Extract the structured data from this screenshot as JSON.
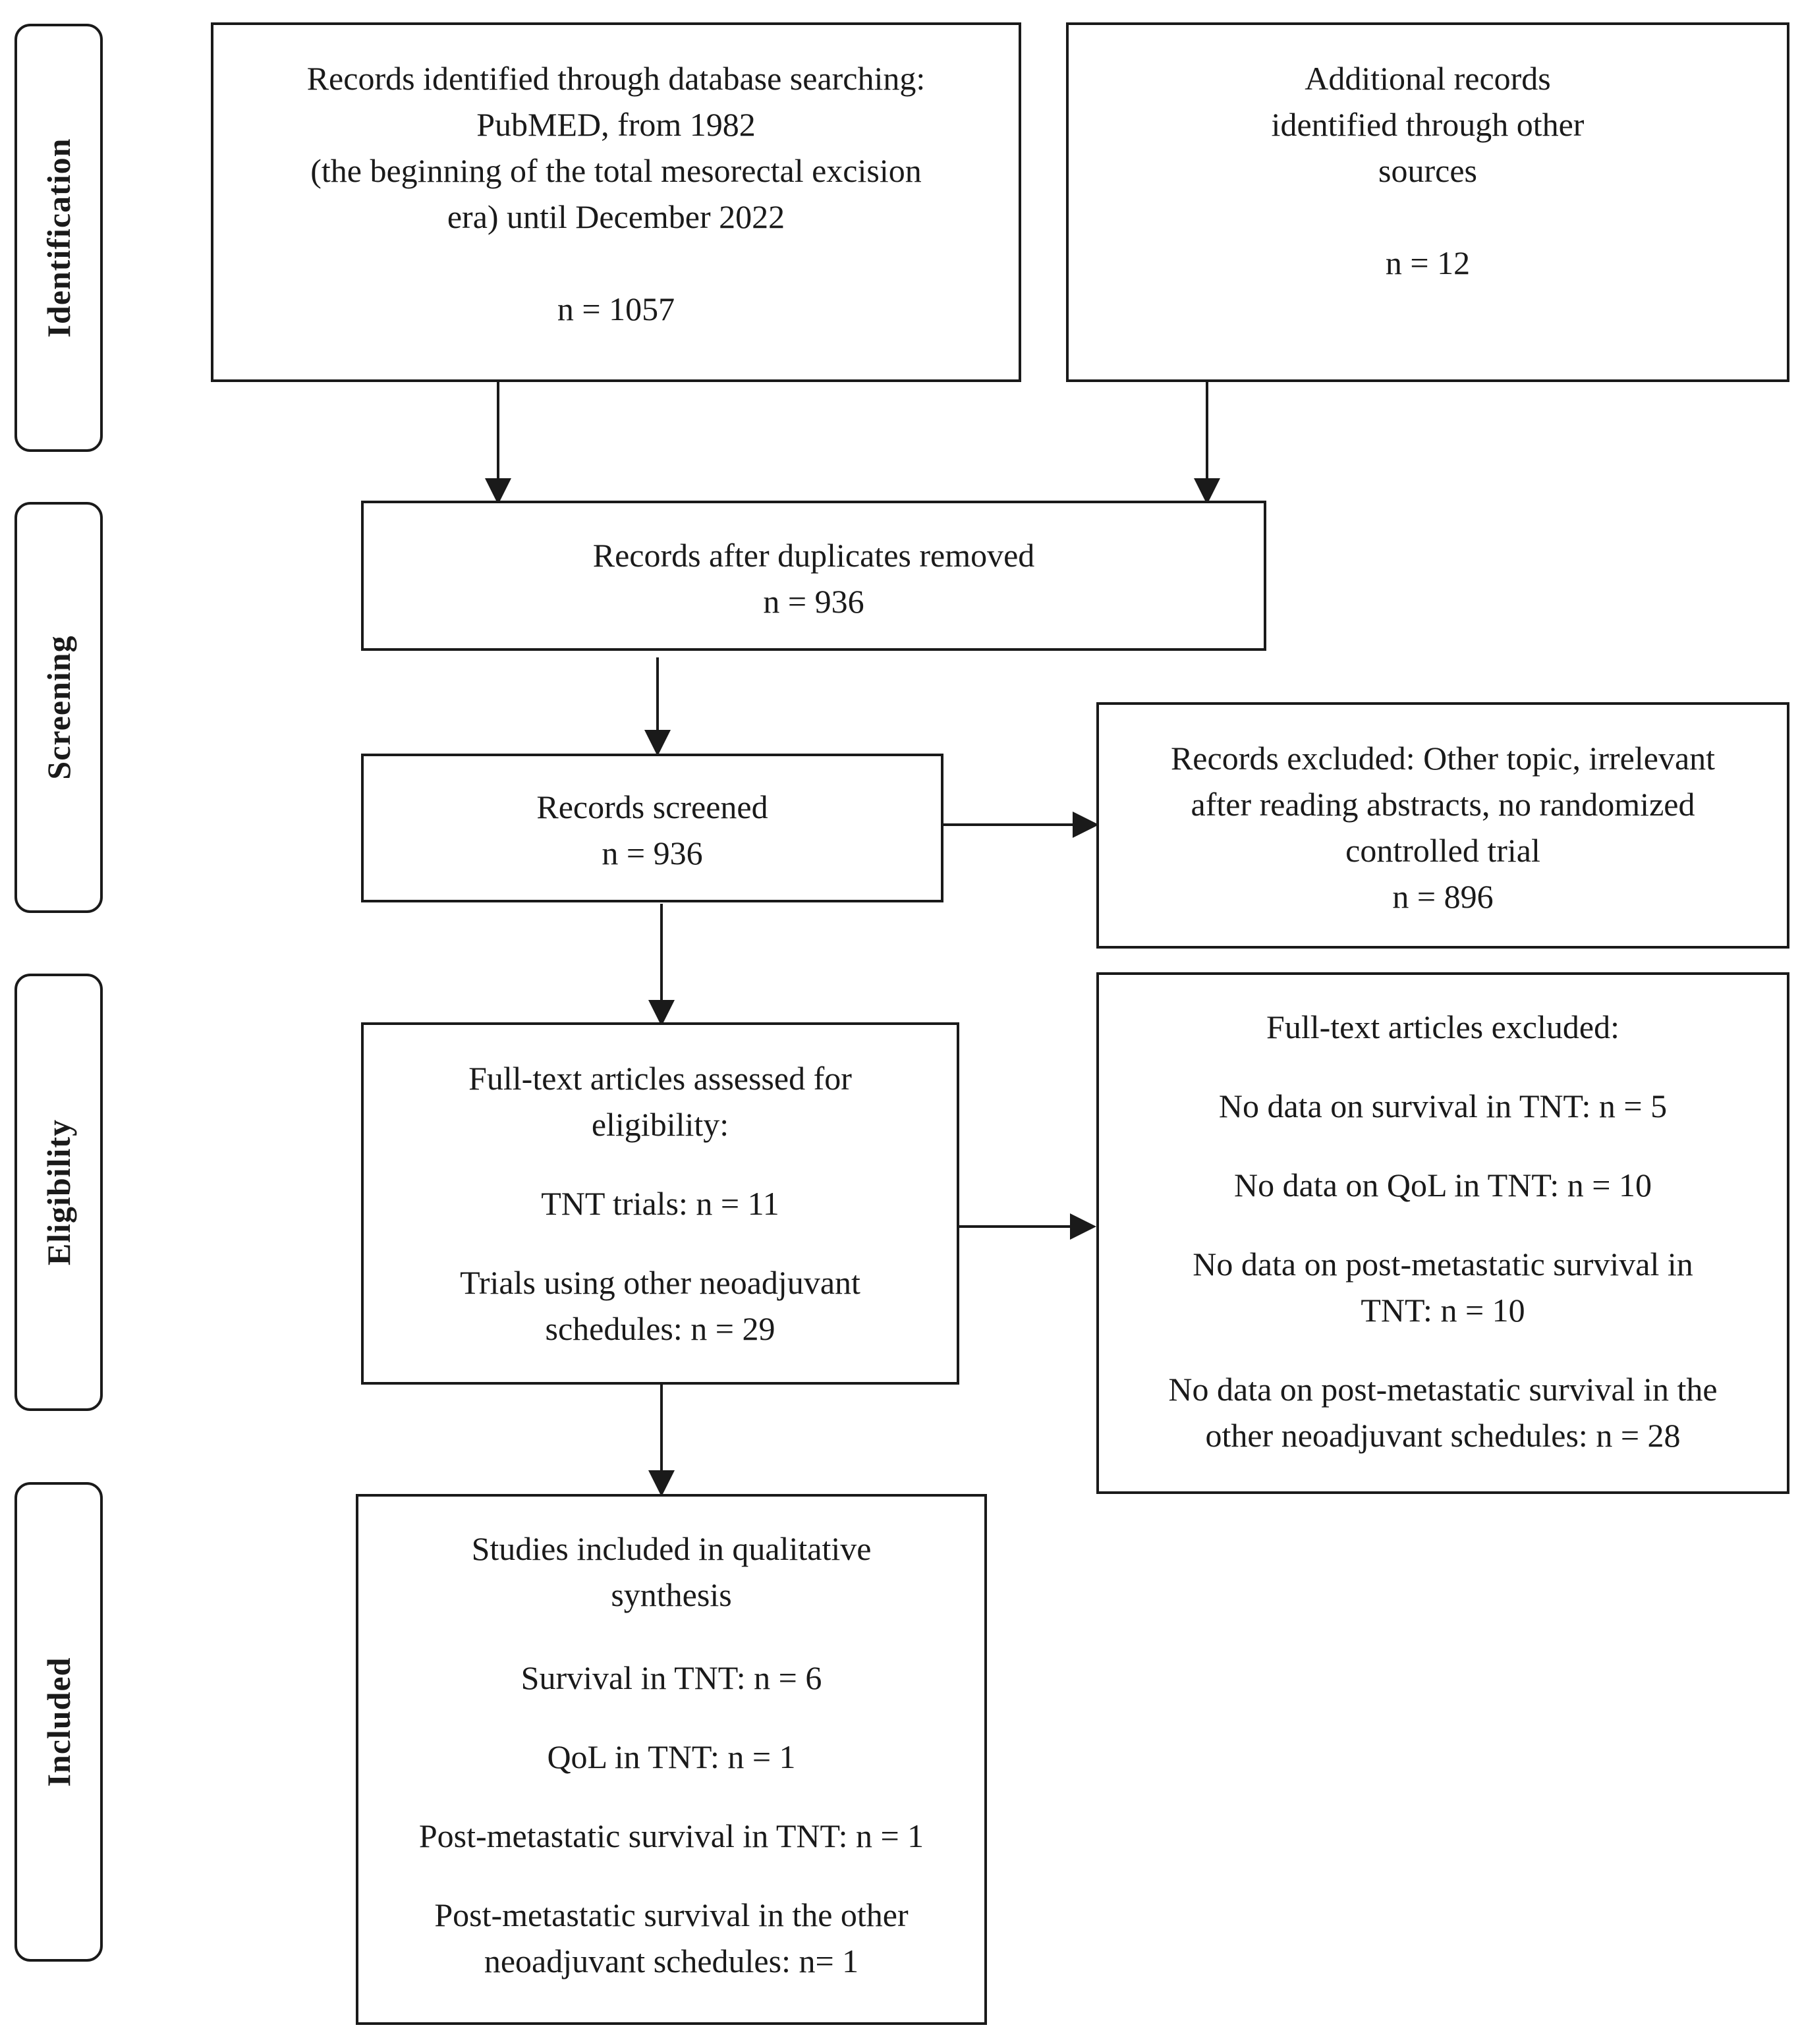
{
  "stages": {
    "identification": "Identification",
    "screening": "Screening",
    "eligibility": "Eligibility",
    "included": "Included"
  },
  "boxes": {
    "database_records": {
      "line1": "Records identified through database searching:",
      "line2": "PubMED, from 1982",
      "line3": "(the beginning of the total mesorectal excision",
      "line4": "era) until December 2022",
      "count": "n = 1057"
    },
    "additional_records": {
      "line1": "Additional records",
      "line2": "identified through other",
      "line3": "sources",
      "count": "n = 12"
    },
    "duplicates_removed": {
      "line1": "Records after duplicates removed",
      "count": "n = 936"
    },
    "screened": {
      "line1": "Records screened",
      "count": "n = 936"
    },
    "excluded": {
      "line1": "Records excluded: Other topic, irrelevant",
      "line2": "after reading abstracts, no randomized",
      "line3": "controlled trial",
      "count": "n = 896"
    },
    "fulltext_assessed": {
      "line1": "Full-text articles assessed for",
      "line2": "eligibility:",
      "tnt": "TNT trials: n = 11",
      "other1": "Trials using other neoadjuvant",
      "other2": "schedules: n = 29"
    },
    "fulltext_excluded": {
      "title": "Full-text articles excluded:",
      "item1": "No data on survival in TNT: n = 5",
      "item2": "No data on QoL in TNT: n = 10",
      "item3a": "No data on post-metastatic survival in",
      "item3b": "TNT: n = 10",
      "item4a": "No data on post-metastatic survival in the",
      "item4b": "other neoadjuvant schedules: n = 28"
    },
    "included_studies": {
      "line1": "Studies included in qualitative",
      "line2": "synthesis",
      "item1": "Survival in TNT: n = 6",
      "item2": "QoL in TNT: n = 1",
      "item3": "Post-metastatic survival in TNT: n = 1",
      "item4a": "Post-metastatic survival in the other",
      "item4b": "neoadjuvant schedules: n= 1"
    }
  }
}
